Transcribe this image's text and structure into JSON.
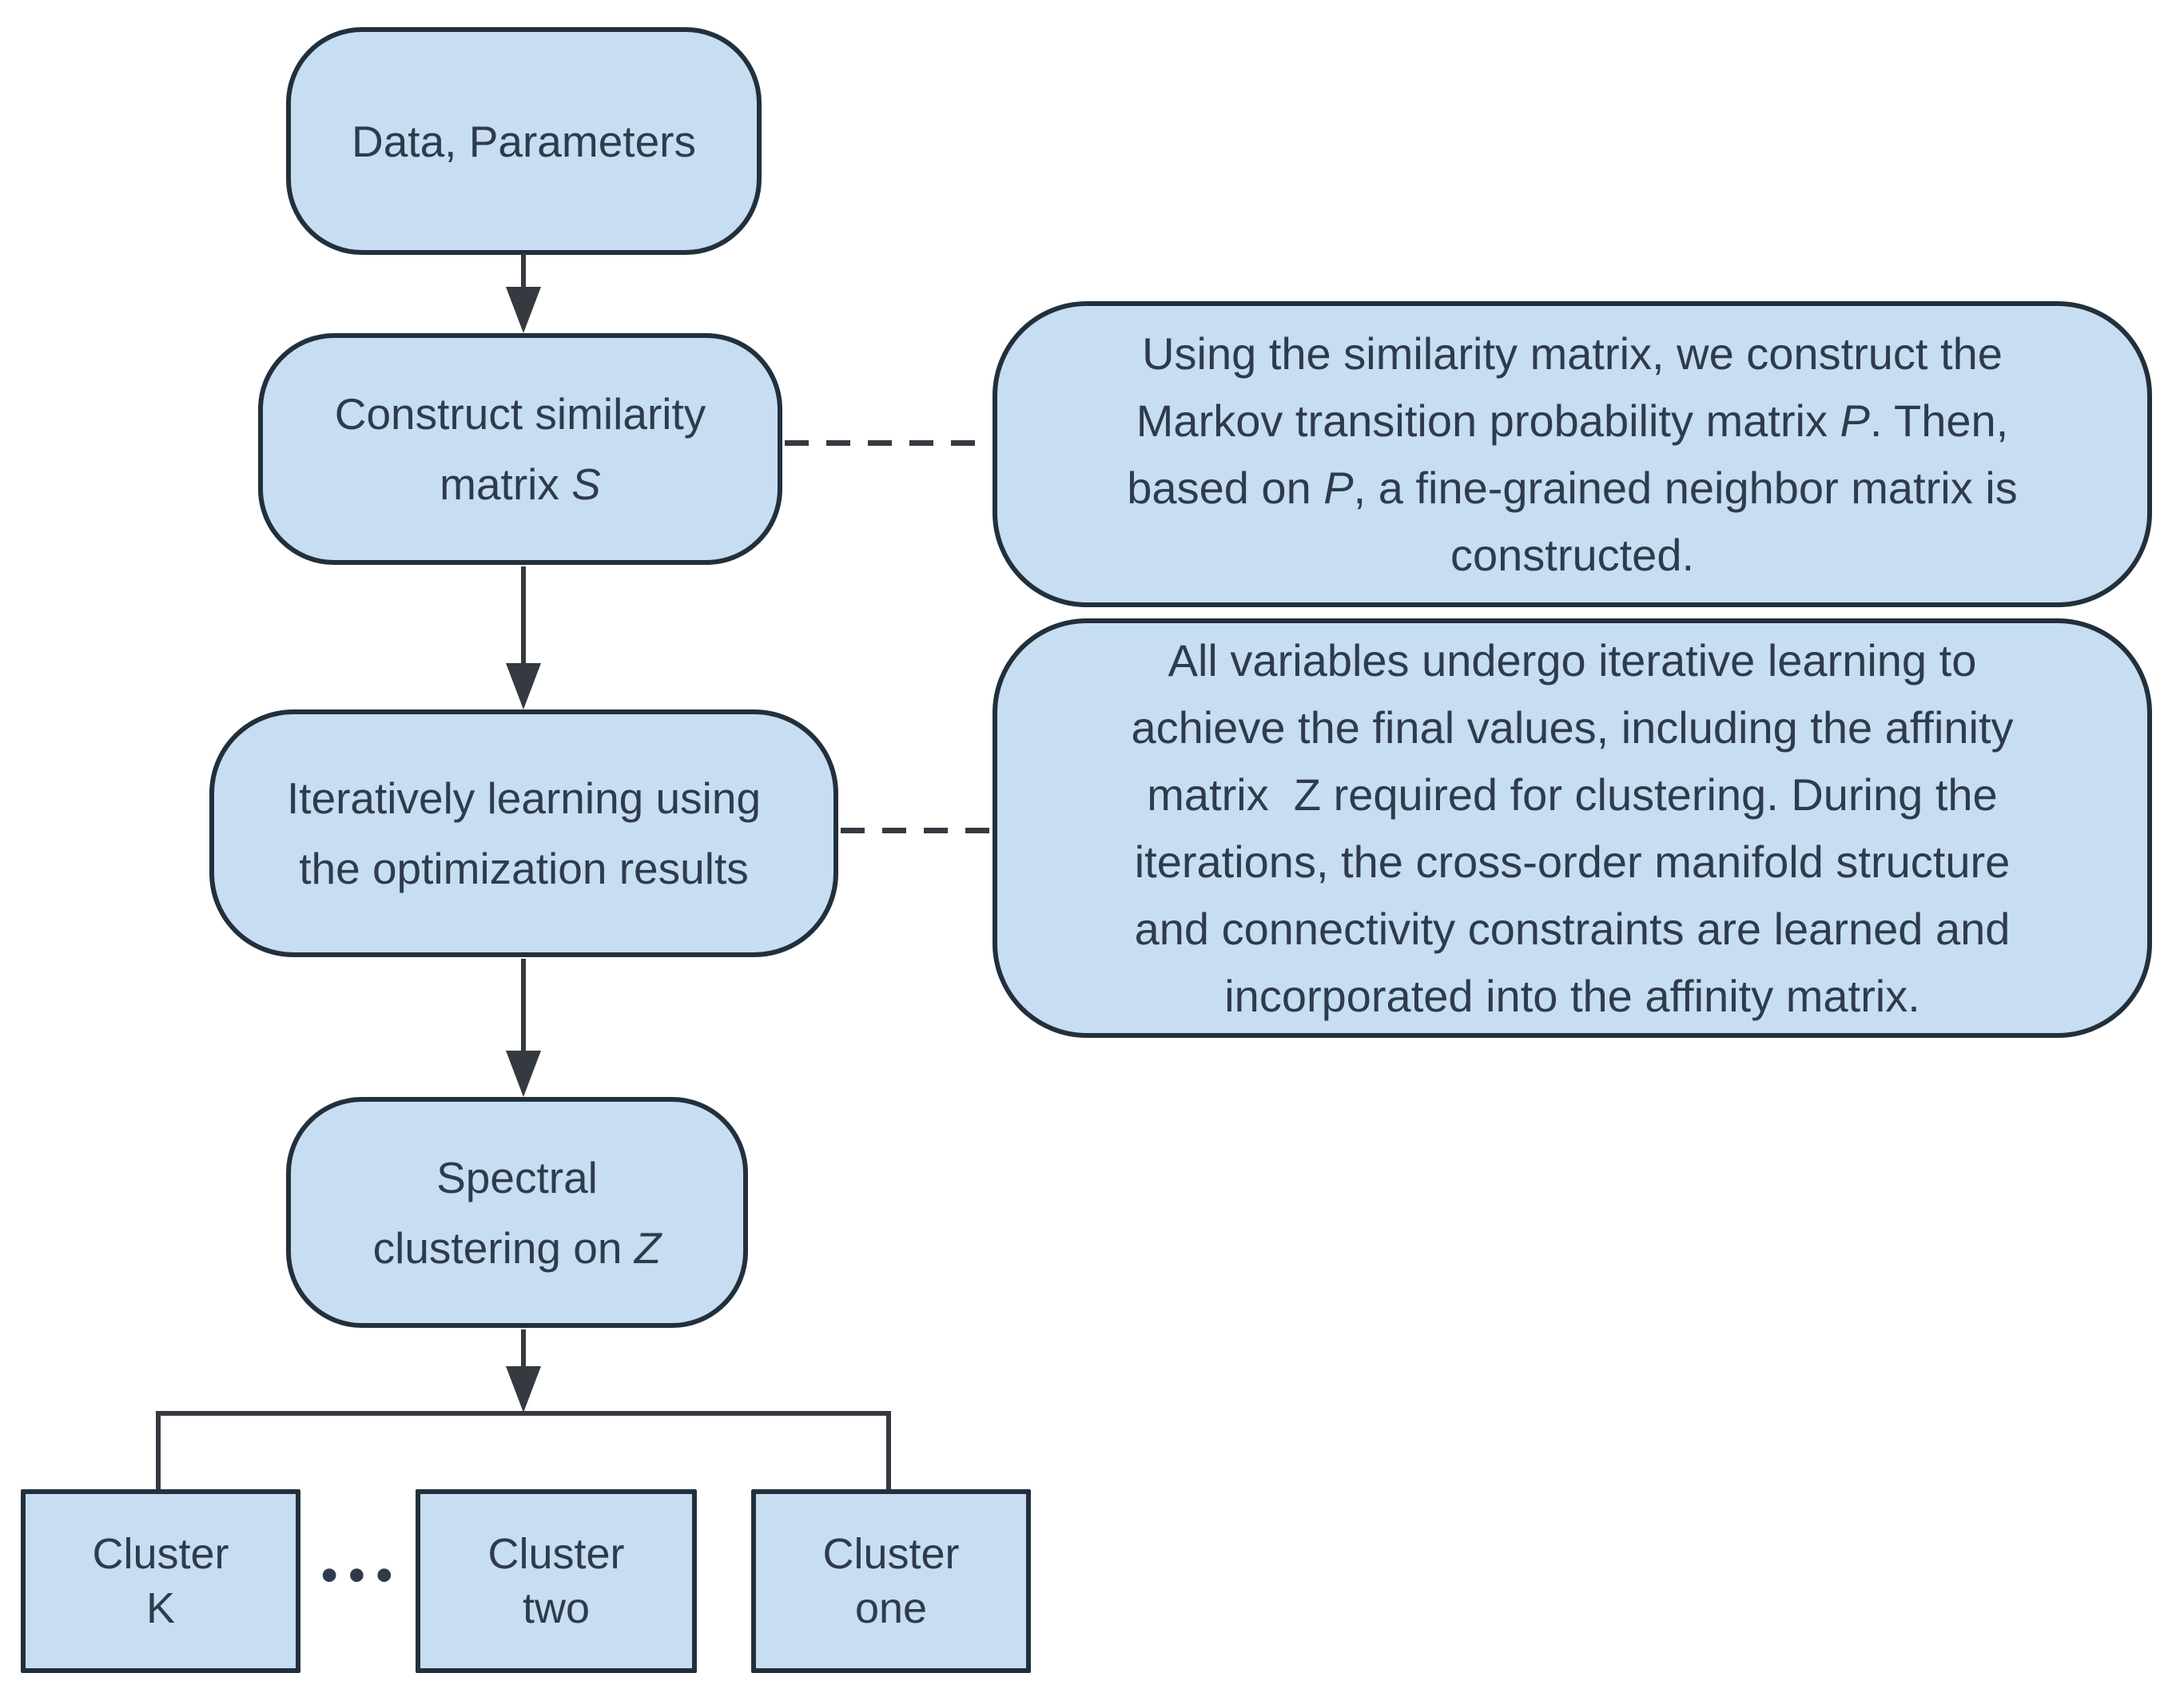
{
  "palette": {
    "box_fill": "#c6ddf2",
    "box_border": "#22303c",
    "text_color": "#2f3b4d",
    "line_color": "#353a40"
  },
  "nodes": {
    "data_parameters": {
      "lines": [
        [
          {
            "t": "Data, Parameters"
          }
        ]
      ]
    },
    "similarity": {
      "lines": [
        [
          {
            "t": "Construct similarity"
          }
        ],
        [
          {
            "t": "matrix "
          },
          {
            "t": "S",
            "i": true
          }
        ]
      ]
    },
    "iterative": {
      "lines": [
        [
          {
            "t": "Iteratively learning using"
          }
        ],
        [
          {
            "t": "the optimization results"
          }
        ]
      ]
    },
    "spectral": {
      "lines": [
        [
          {
            "t": "Spectral"
          }
        ],
        [
          {
            "t": "clustering on "
          },
          {
            "t": "Z",
            "i": true
          }
        ]
      ]
    },
    "cluster_k": {
      "lines": [
        [
          {
            "t": "Cluster"
          }
        ],
        [
          {
            "t": "K"
          }
        ]
      ]
    },
    "cluster_two": {
      "lines": [
        [
          {
            "t": "Cluster"
          }
        ],
        [
          {
            "t": "two"
          }
        ]
      ]
    },
    "cluster_one": {
      "lines": [
        [
          {
            "t": "Cluster"
          }
        ],
        [
          {
            "t": "one"
          }
        ]
      ]
    }
  },
  "callouts": {
    "markov": {
      "lines": [
        [
          {
            "t": "Using the similarity matrix, we construct the"
          }
        ],
        [
          {
            "t": "Markov transition probability matrix "
          },
          {
            "t": "P",
            "i": true
          },
          {
            "t": ". Then,"
          }
        ],
        [
          {
            "t": "based on "
          },
          {
            "t": "P",
            "i": true
          },
          {
            "t": ", a fine-grained neighbor matrix is"
          }
        ],
        [
          {
            "t": "constructed."
          }
        ]
      ]
    },
    "iteration": {
      "lines": [
        [
          {
            "t": "All variables undergo iterative learning to"
          }
        ],
        [
          {
            "t": "achieve the final values, including the affinity"
          }
        ],
        [
          {
            "t": "matrix  Z required for clustering. During the"
          }
        ],
        [
          {
            "t": "iterations, the cross-order manifold structure"
          }
        ],
        [
          {
            "t": "and connectivity constraints are learned and"
          }
        ],
        [
          {
            "t": "incorporated into the affinity matrix."
          }
        ]
      ]
    }
  },
  "decor": {
    "ellipsis_dots": "•••"
  }
}
